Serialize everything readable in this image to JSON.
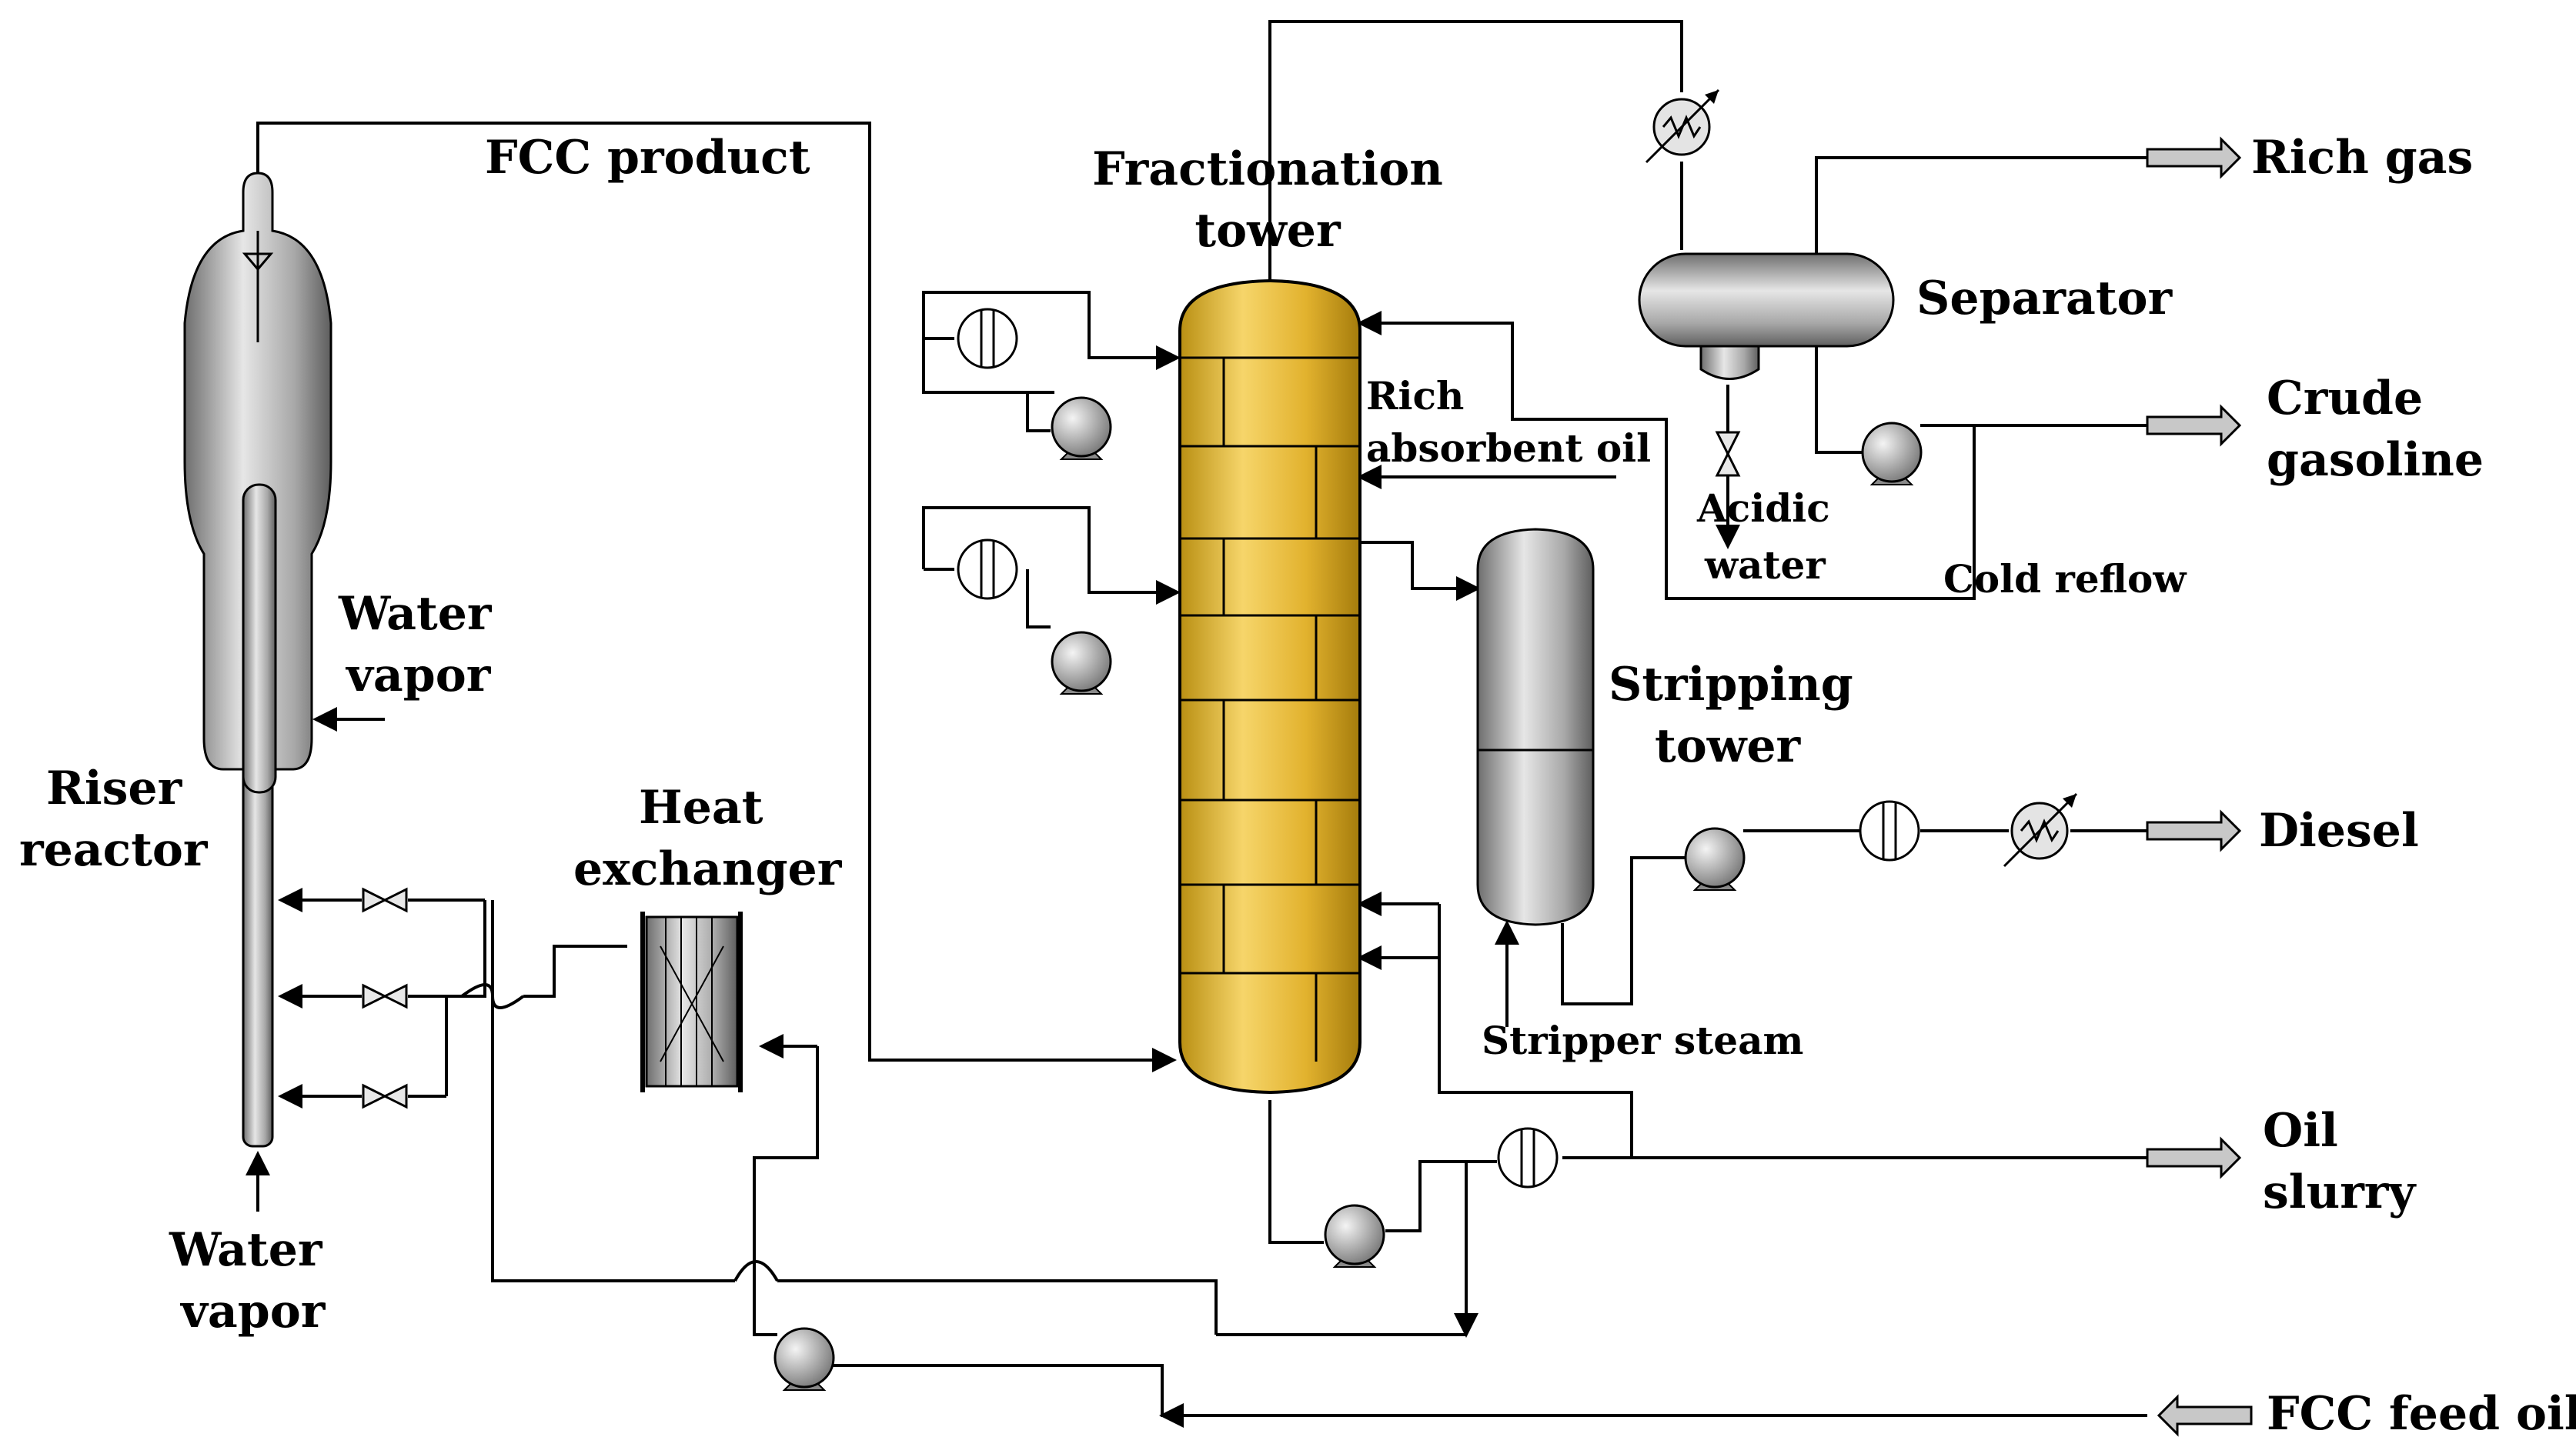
{
  "labels": {
    "fcc_product": "FCC product",
    "fractionation_tower_l1": "Fractionation",
    "fractionation_tower_l2": "tower",
    "separator": "Separator",
    "rich_gas": "Rich gas",
    "crude_gasoline_l1": "Crude",
    "crude_gasoline_l2": "gasoline",
    "rich_absorbent_oil_l1": "Rich",
    "rich_absorbent_oil_l2": "absorbent oil",
    "acidic_water_l1": "Acidic",
    "acidic_water_l2": "water",
    "cold_reflow": "Cold reflow",
    "water_vapor_top_l1": "Water",
    "water_vapor_top_l2": "vapor",
    "stripping_tower_l1": "Stripping",
    "stripping_tower_l2": "tower",
    "riser_reactor_l1": "Riser",
    "riser_reactor_l2": "reactor",
    "heat_exchanger_l1": "Heat",
    "heat_exchanger_l2": "exchanger",
    "diesel": "Diesel",
    "stripper_steam": "Stripper steam",
    "oil_slurry_l1": "Oil",
    "oil_slurry_l2": "slurry",
    "water_vapor_bottom_l1": "Water",
    "water_vapor_bottom_l2": "vapor",
    "fcc_feed_oil": "FCC feed oil"
  },
  "colors": {
    "tower_fill": "#E0B530",
    "vessel_gray": "#9A9A9A",
    "line": "#000000",
    "product_arrow_fill": "#C8C8C8"
  },
  "icons": [
    "pump-icon",
    "valve-icon",
    "heat-exchanger-icon",
    "cooler-icon",
    "product-arrow-icon"
  ]
}
